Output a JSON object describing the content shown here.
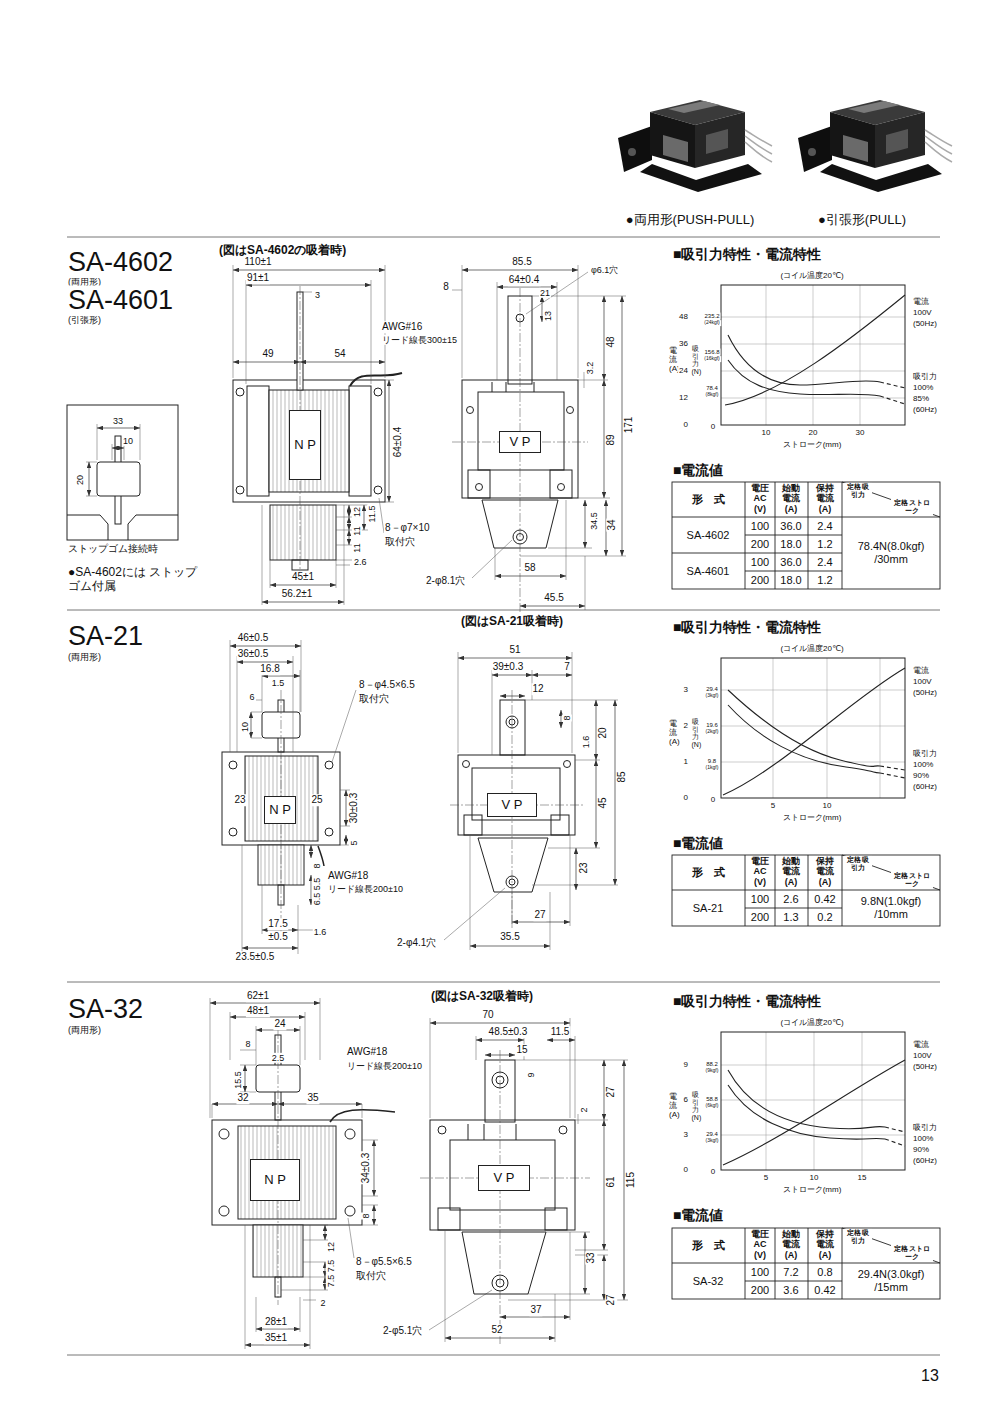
{
  "diagram": {
    "nodes": [
      {
        "text": [
          "N P"
        ]
      },
      {
        "text": [
          "V P"
        ]
      },
      {
        "text": [
          "N P"
        ]
      },
      {
        "text": [
          "V P"
        ]
      },
      {
        "text": [
          "N P"
        ]
      },
      {
        "text": [
          "V P"
        ]
      }
    ],
    "labels": [
      "●両用形(PUSH-PULL)",
      "●引張形(PULL)",
      "SA-4602",
      "(両用形)",
      "SA-4601",
      "(引張形)",
      "(図はSA-4602の吸着時)",
      "110±1",
      "91±1",
      "3",
      "49",
      "54",
      "AWG#16",
      "リード線長300±15",
      "64±0.4",
      "12",
      "11",
      "11",
      "11.5",
      "8－φ7×10",
      "取付穴",
      "2.6",
      "45±1",
      "56.2±1",
      "85.5",
      "8",
      "64±0.4",
      "φ6.1穴",
      "21",
      "13",
      "3.2",
      "48",
      "89",
      "171",
      "34.5",
      "34",
      "58",
      "45.5",
      "2-φ8.1穴",
      "33",
      "10",
      "20",
      "ストップゴム接続時",
      "●SA-4602には ストップゴム付属",
      "■吸引力特性・電流特性",
      "(コイル温度20℃)",
      "電流(A)",
      "48",
      "36",
      "24",
      "12",
      "0",
      "吸引力(N)",
      "235.2",
      "(24kgf)",
      "156.8",
      "(16kgf)",
      "78.4",
      "(8kgf)",
      "0",
      "10",
      "20",
      "30",
      "ストローク(mm)",
      "電流",
      "100V",
      "(50Hz)",
      "吸引力",
      "100%",
      "85%",
      "(60Hz)",
      "■電流値",
      "形　式",
      "電圧 AC (V)",
      "始動 電流 (A)",
      "保持 電流 (A)",
      "定格 吸引力",
      "定格 ストローク",
      "SA-4602",
      "100",
      "36.0",
      "2.4",
      "200",
      "18.0",
      "1.2",
      "78.4N(8.0kgf) /30mm",
      "SA-4601",
      "100",
      "36.0",
      "2.4",
      "200",
      "18.0",
      "1.2",
      "SA-21",
      "(両用形)",
      "(図はSA-21吸着時)",
      "46±0.5",
      "36±0.5",
      "16.8",
      "1.5",
      "6",
      "10",
      "8－φ4.5×6.5",
      "取付穴",
      "23",
      "25",
      "30±0.3",
      "5",
      "8",
      "5.5",
      "6.5",
      "AWG#18",
      "リード線長200±10",
      "17.5",
      "±0.5",
      "1.6",
      "23.5±0.5",
      "51",
      "39±0.3",
      "7",
      "12",
      "8",
      "1.6",
      "20",
      "45",
      "85",
      "23",
      "27",
      "35.5",
      "2-φ4.1穴",
      "■吸引力特性・電流特性",
      "(コイル温度20℃)",
      "電流(A)",
      "3",
      "2",
      "1",
      "0",
      "吸引力(N)",
      "29.4",
      "(3kgf)",
      "19.6",
      "(2kgf)",
      "9.8",
      "(1kgf)",
      "0",
      "5",
      "10",
      "ストローク(mm)",
      "電流",
      "100V",
      "(50Hz)",
      "吸引力",
      "100%",
      "90%",
      "(60Hz)",
      "■電流値",
      "形　式",
      "電圧 AC (V)",
      "始動 電流 (A)",
      "保持 電流 (A)",
      "定格 吸引力",
      "定格 ストローク",
      "SA-21",
      "100",
      "2.6",
      "0.42",
      "200",
      "1.3",
      "0.2",
      "9.8N(1.0kgf) /10mm",
      "SA-32",
      "(両用形)",
      "(図はSA-32吸着時)",
      "62±1",
      "48±1",
      "24",
      "8",
      "2.5",
      "15.5",
      "AWG#18",
      "リード線長200±10",
      "32",
      "35",
      "34±0.3",
      "8",
      "12",
      "7.5",
      "7.5",
      "8－φ5.5×6.5",
      "取付穴",
      "2",
      "28±1",
      "35±1",
      "2-φ5.1穴",
      "70",
      "48.5±0.3",
      "11.5",
      "15",
      "9",
      "2",
      "27",
      "61",
      "115",
      "33",
      "27",
      "37",
      "52",
      "■吸引力特性・電流特性",
      "(コイル温度20℃)",
      "電流(A)",
      "9",
      "6",
      "3",
      "0",
      "吸引力(N)",
      "88.2",
      "(9kgf)",
      "58.8",
      "(6kgf)",
      "29.4",
      "(3kgf)",
      "0",
      "5",
      "10",
      "15",
      "ストローク(mm)",
      "電流",
      "100V",
      "(50Hz)",
      "吸引力",
      "100%",
      "90%",
      "(60Hz)",
      "■電流値",
      "形　式",
      "電圧 AC (V)",
      "始動 電流 (A)",
      "保持 電流 (A)",
      "定格 吸引力",
      "定格 ストローク",
      "SA-32",
      "100",
      "7.2",
      "0.8",
      "200",
      "3.6",
      "0.42",
      "29.4N(3.0kgf) /15mm",
      "13"
    ]
  }
}
